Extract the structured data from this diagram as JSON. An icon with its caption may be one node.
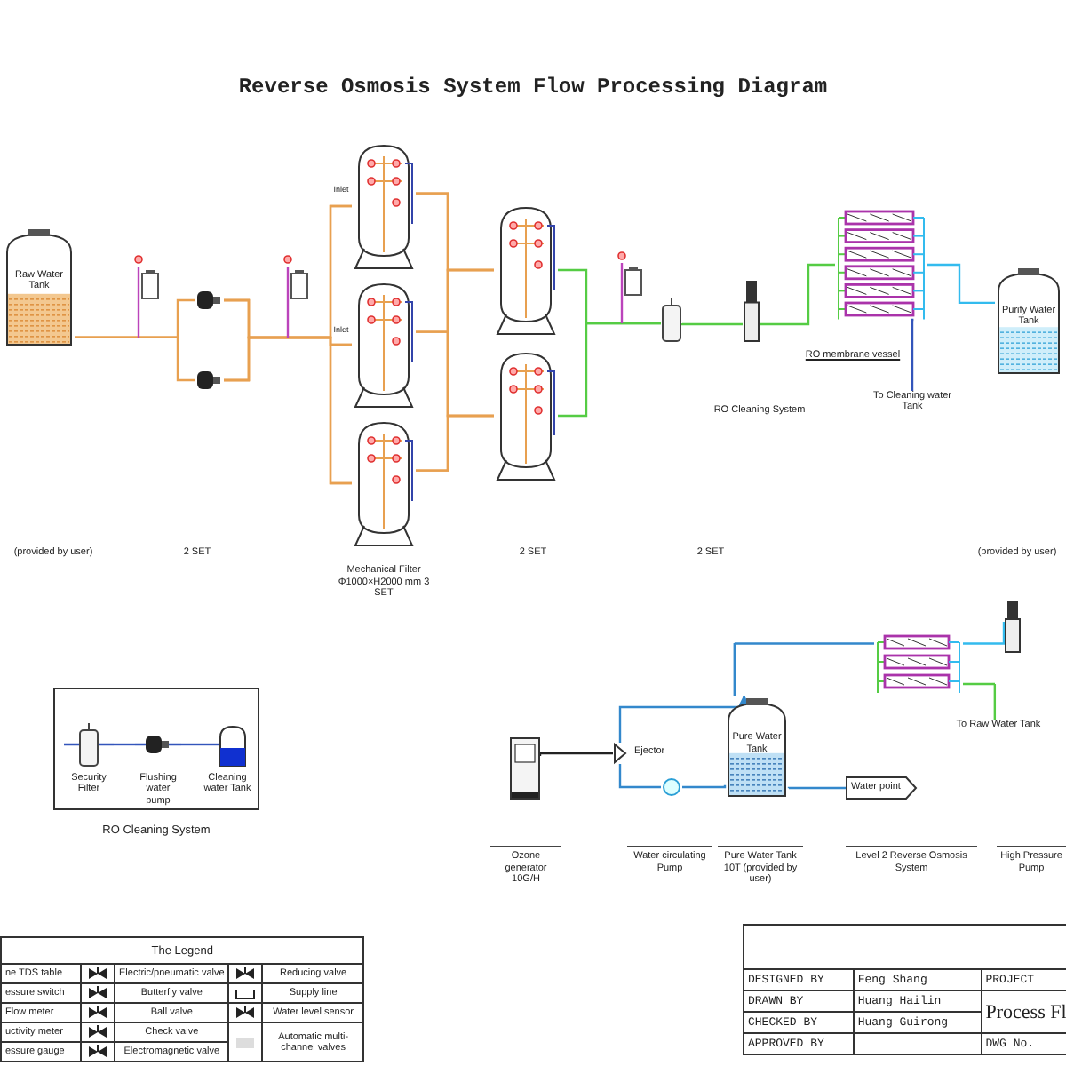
{
  "diagram": {
    "title": "Reverse Osmosis System Flow Processing Diagram",
    "nodes": [
      {
        "text": [
          "Raw Water Tank"
        ]
      },
      {
        "text": [],
        "shape": "box"
      },
      {
        "text": [],
        "shape": "circle"
      },
      {
        "text": [],
        "shape": "circle"
      },
      {
        "text": [],
        "shape": "box"
      },
      {
        "text": [],
        "shape": "cylinder"
      },
      {
        "text": [],
        "shape": "cylinder"
      },
      {
        "text": [],
        "shape": "cylinder"
      },
      {
        "text": [],
        "shape": "cylinder"
      },
      {
        "text": [],
        "shape": "cylinder"
      },
      {
        "text": [],
        "shape": "box"
      },
      {
        "text": [],
        "shape": "cylinder"
      },
      {
        "text": [],
        "shape": "box"
      },
      {
        "text": [],
        "shape": "box"
      },
      {
        "text": [
          "Purify Water Tank"
        ]
      },
      {
        "text": [
          "RO Cleaning System"
        ]
      },
      {
        "text": [
          "Security Filter"
        ],
        "in": 15
      },
      {
        "text": [
          "Flushing water pump"
        ],
        "in": 15
      },
      {
        "text": [
          "Cleaning water Tank"
        ],
        "in": 15
      },
      {
        "text": [],
        "shape": "box"
      },
      {
        "text": [],
        "shape": "box",
        "beside": [
          "Ejector"
        ]
      },
      {
        "text": [],
        "shape": "circle"
      },
      {
        "text": [
          "Pure Water Tank"
        ]
      },
      {
        "text": [
          "Water point"
        ]
      },
      {
        "text": [],
        "shape": "box"
      },
      {
        "text": [],
        "shape": "box"
      },
      {
        "text": [
          "To Raw Water Tank"
        ]
      },
      {
        "text": [
          "To Cleaning water Tank"
        ]
      }
    ],
    "edges": [
      {
        "from": 0,
        "to": 2,
        "arrow": "none"
      },
      {
        "from": 0,
        "to": 3,
        "arrow": "none"
      },
      {
        "from": 2,
        "to": 5,
        "arrow": "none"
      },
      {
        "from": 2,
        "to": 6,
        "arrow": "none"
      },
      {
        "from": 2,
        "to": 7,
        "arrow": "none"
      },
      {
        "from": 3,
        "to": 5,
        "arrow": "none"
      },
      {
        "from": 3,
        "to": 6,
        "arrow": "none"
      },
      {
        "from": 3,
        "to": 7,
        "arrow": "none"
      },
      {
        "from": 5,
        "to": 8,
        "arrow": "none"
      },
      {
        "from": 5,
        "to": 9,
        "arrow": "none"
      },
      {
        "from": 6,
        "to": 8,
        "arrow": "none"
      },
      {
        "from": 6,
        "to": 9,
        "arrow": "none"
      },
      {
        "from": 7,
        "to": 8,
        "arrow": "none"
      },
      {
        "from": 7,
        "to": 9,
        "arrow": "none"
      },
      {
        "from": 8,
        "to": 11,
        "arrow": "none",
        "color": "#55cc44"
      },
      {
        "from": 9,
        "to": 11,
        "arrow": "none",
        "color": "#55cc44"
      },
      {
        "from": 11,
        "to": 12,
        "arrow": "none",
        "color": "#55cc44"
      },
      {
        "from": 12,
        "to": 13,
        "arrow": "none",
        "color": "#55cc44"
      },
      {
        "from": 13,
        "to": 14,
        "arrow": "none",
        "color": "#33bbee"
      },
      {
        "from": 13,
        "to": 27,
        "arrow": "none",
        "color": "#3355bb"
      },
      {
        "from": 16,
        "to": 17,
        "arrow": "none",
        "color": "#3355bb"
      },
      {
        "from": 17,
        "to": 18,
        "arrow": "none",
        "color": "#3355bb"
      },
      {
        "from": 19,
        "to": 20,
        "arrow": "none",
        "color": "#222222"
      },
      {
        "from": 22,
        "to": 21,
        "arrow": "none",
        "color": "#3388cc"
      },
      {
        "from": 21,
        "to": 20,
        "arrow": "none",
        "color": "#3388cc"
      },
      {
        "from": 20,
        "to": 22,
        "arrow": "to",
        "color": "#3388cc"
      },
      {
        "from": 22,
        "to": 24,
        "arrow": "none",
        "color": "#3388cc"
      },
      {
        "from": 22,
        "to": 23,
        "arrow": "none",
        "color": "#3388cc"
      },
      {
        "from": 25,
        "to": 24,
        "arrow": "none",
        "color": "#33bbee"
      },
      {
        "from": 24,
        "to": 26,
        "arrow": "none",
        "color": "#55cc44"
      }
    ],
    "labels": [
      "(provided by user)",
      "2 SET",
      "Inlet",
      "Inlet",
      "Mechanical Filter Φ1000×H2000 mm 3 SET",
      "2 SET",
      "2 SET",
      "(provided by user)",
      "RO membrane vessel",
      "RO Cleaning System",
      "Ozone generator 10G/H",
      "Water circulating Pump",
      "Pure Water Tank 10T (provided by user)",
      "Level 2 Reverse Osmosis System",
      "High Pressure Pump",
      "The Legend",
      "DESIGNED BY",
      "Feng Shang",
      "PROJECT",
      "DRAWN BY",
      "Huang Hailin",
      "Process Fl",
      "CHECKED BY",
      "Huang Guirong",
      "APPROVED BY",
      "DWG No."
    ],
    "legend": [
      {
        "text": "ne TDS table"
      },
      {
        "text": "Electric/pneumatic valve"
      },
      {
        "text": "Reducing valve"
      },
      {
        "text": "essure switch"
      },
      {
        "text": "Butterfly valve"
      },
      {
        "text": "Supply line"
      },
      {
        "text": "Flow meter"
      },
      {
        "text": "Ball valve"
      },
      {
        "text": "Water level sensor"
      },
      {
        "text": "uctivity meter"
      },
      {
        "text": "Check valve"
      },
      {
        "text": "Automatic multi-channel valves"
      },
      {
        "text": "essure gauge"
      },
      {
        "text": "Electromagnetic valve"
      }
    ]
  }
}
